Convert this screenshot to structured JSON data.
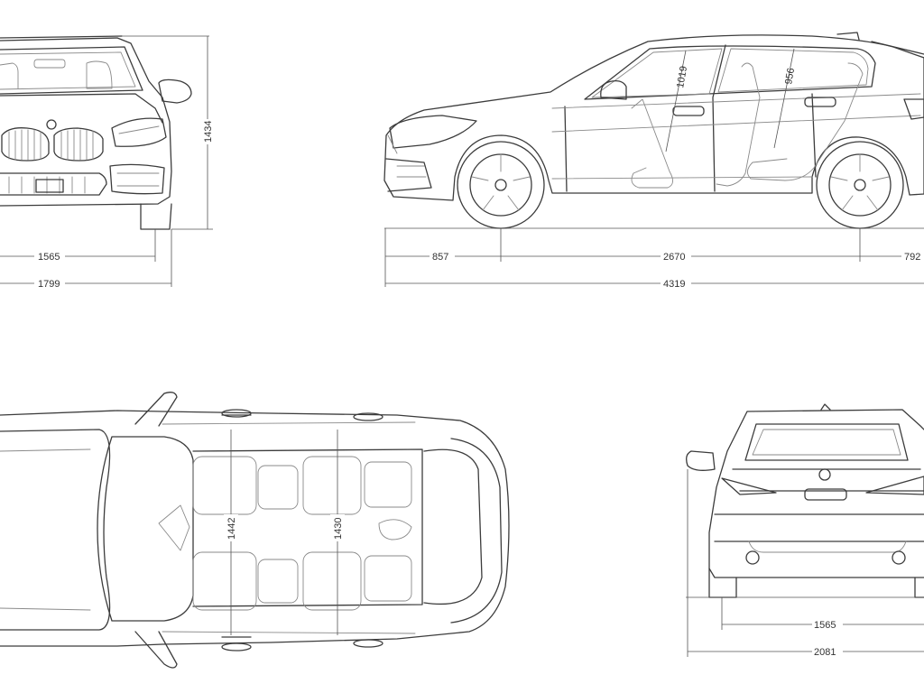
{
  "views": {
    "front": {
      "track": "1565",
      "width": "1799",
      "height": "1434"
    },
    "side": {
      "front_overhang": "857",
      "wheelbase": "2670",
      "rear_overhang": "792",
      "length": "4319",
      "front_headroom": "1019",
      "rear_headroom": "956"
    },
    "top": {
      "front_interior_width": "1442",
      "rear_interior_width": "1430"
    },
    "rear": {
      "track": "1565",
      "width_mirrors": "2081"
    }
  }
}
